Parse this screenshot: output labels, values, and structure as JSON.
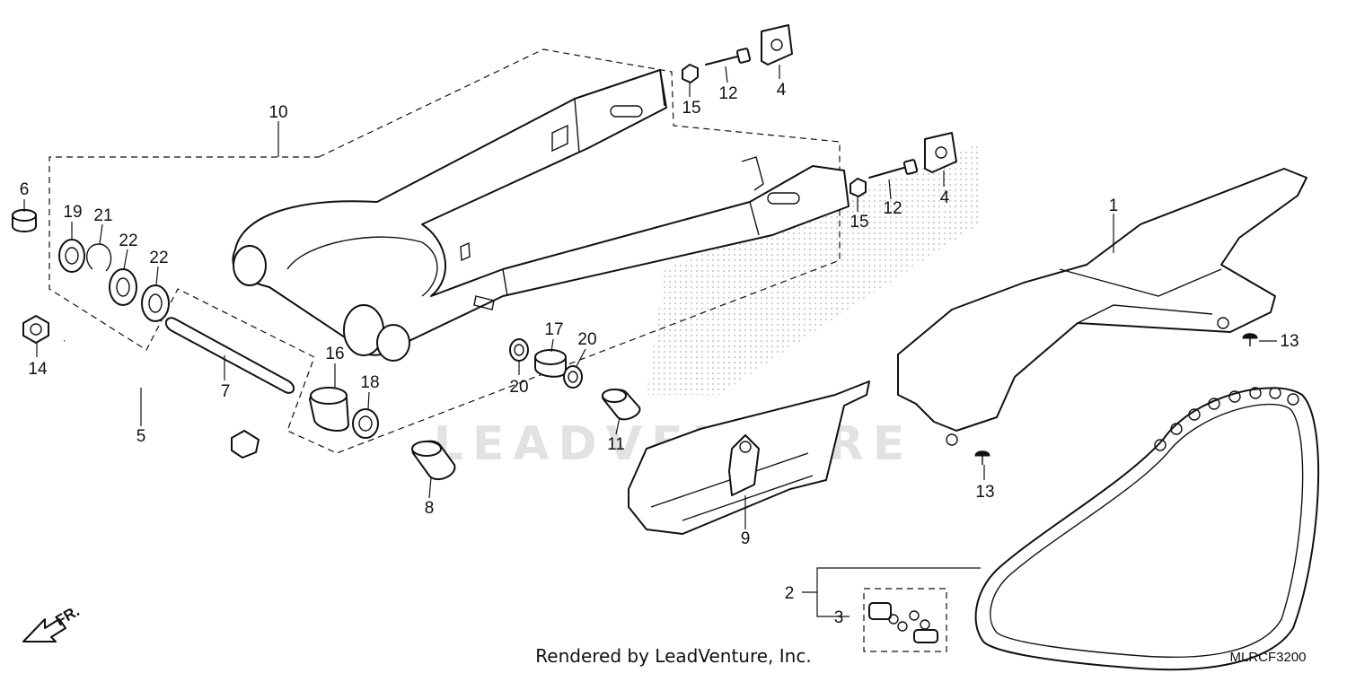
{
  "diagram": {
    "credit": "Rendered by LeadVenture, Inc.",
    "code": "MLRCF3200",
    "watermark": "LEADVENTURE",
    "direction_label": "FR.",
    "callouts": {
      "c1": "1",
      "c2": "2",
      "c3": "3",
      "c4a": "4",
      "c4b": "4",
      "c5": "5",
      "c6": "6",
      "c7": "7",
      "c8": "8",
      "c9": "9",
      "c10": "10",
      "c11": "11",
      "c12a": "12",
      "c12b": "12",
      "c13a": "13",
      "c13b": "13",
      "c14": "14",
      "c15a": "15",
      "c15b": "15",
      "c16": "16",
      "c17": "17",
      "c18": "18",
      "c19": "19",
      "c20a": "20",
      "c20b": "20",
      "c21": "21",
      "c22a": "22",
      "c22b": "22"
    }
  }
}
